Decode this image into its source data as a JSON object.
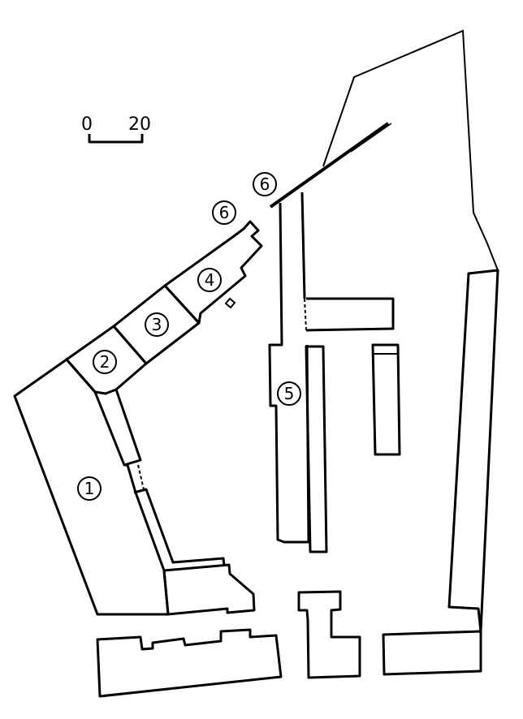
{
  "scale_bar": {
    "start_label": "0",
    "end_label": "20"
  },
  "labels": {
    "one": "1",
    "two": "2",
    "three": "3",
    "four": "4",
    "five": "5",
    "six_a": "6",
    "six_b": "6"
  },
  "colors": {
    "ink": "#000000",
    "paper": "#ffffff"
  }
}
